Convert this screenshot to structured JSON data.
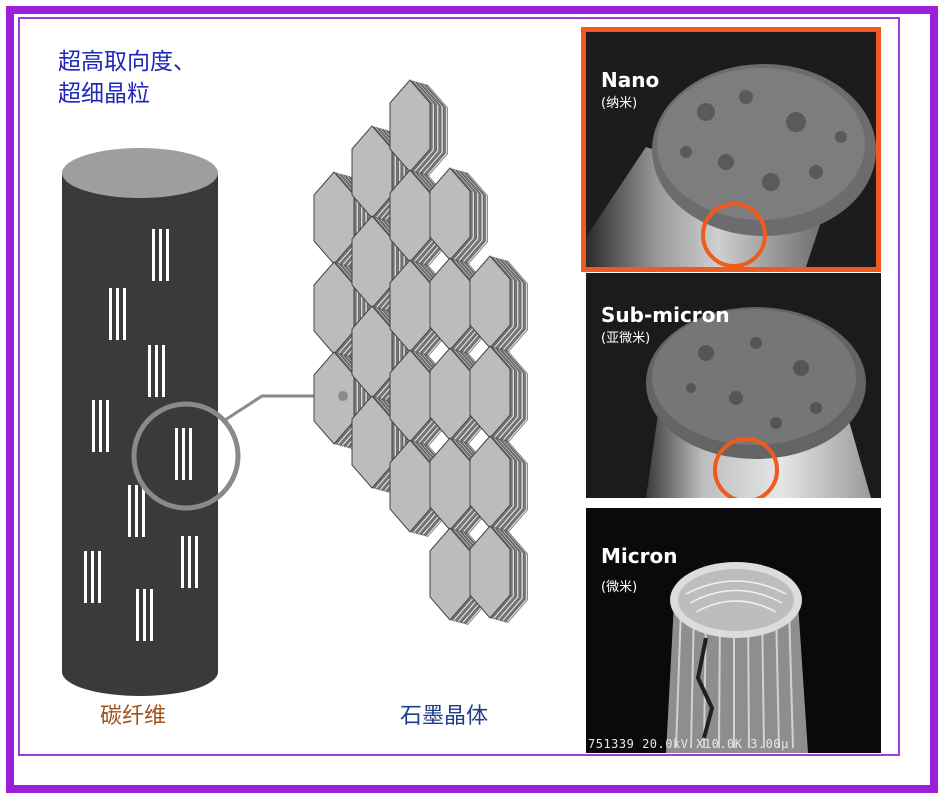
{
  "title": {
    "line1": "超高取向度、",
    "line2": "超细晶粒"
  },
  "labels": {
    "carbon_fiber": "碳纤维",
    "graphite_crystal": "石墨晶体"
  },
  "panels": [
    {
      "name": "Nano",
      "sub": "(纳米)"
    },
    {
      "name": "Sub-micron",
      "sub": "(亚微米)"
    },
    {
      "name": "Micron",
      "sub": "(微米)"
    }
  ],
  "sem_scalebar": "751339 20.0kV X10.0K 3.00μ",
  "colors": {
    "frame": "#9a1fd6",
    "highlight": "#f05a1c",
    "title": "#1f27b8",
    "fiber_label": "#a0521a",
    "graphite_label": "#1f3d8f"
  }
}
